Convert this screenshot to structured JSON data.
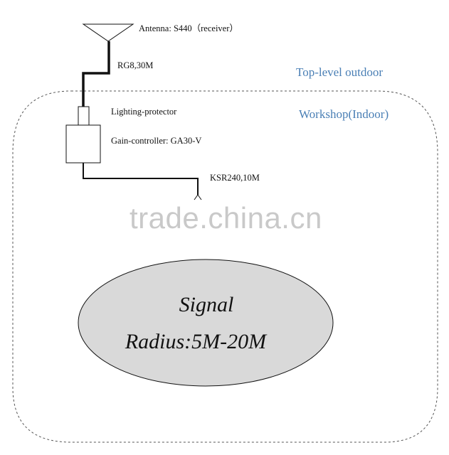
{
  "labels": {
    "antenna": "Antenna: S440（receiver）",
    "cable_top": "RG8,30M",
    "protector": "Lighting-protector",
    "controller": "Gain-controller: GA30-V",
    "cable_bottom": "KSR240,10M"
  },
  "zones": {
    "outdoor": "Top-level outdoor",
    "indoor": "Workshop(Indoor)"
  },
  "signal": {
    "line1": "Signal",
    "line2": "Radius:5M-20M"
  },
  "watermark": "trade.china.cn",
  "colors": {
    "zone_text": "#4a7fb5",
    "ellipse_fill": "#d9d9d9",
    "line": "#111111"
  }
}
